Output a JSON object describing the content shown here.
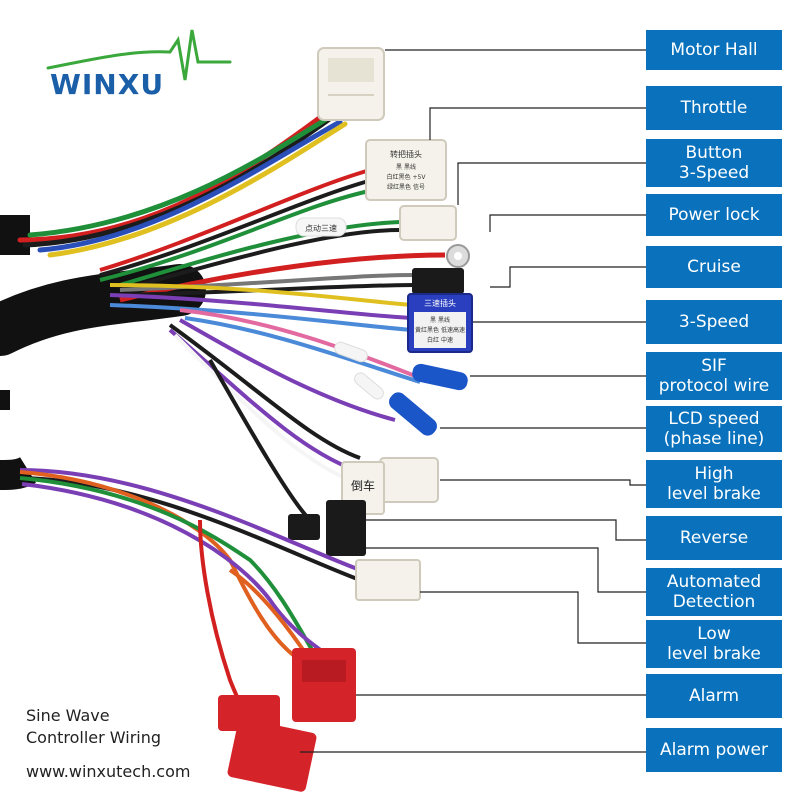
{
  "brand": {
    "name": "WINXU",
    "website": "www.winxutech.com",
    "colors": {
      "logo_blue": "#1a5fa8",
      "logo_green": "#3ba83b",
      "label_bg": "#0a72bd"
    }
  },
  "caption": {
    "line1": "Sine Wave",
    "line2": "Controller Wiring"
  },
  "labels": [
    {
      "id": "motor-hall",
      "text": "Motor Hall"
    },
    {
      "id": "throttle",
      "text": "Throttle"
    },
    {
      "id": "button-3-speed",
      "text": "Button\n3-Speed"
    },
    {
      "id": "power-lock",
      "text": "Power lock"
    },
    {
      "id": "cruise",
      "text": "Cruise"
    },
    {
      "id": "3-speed",
      "text": "3-Speed"
    },
    {
      "id": "sif-protocol-wire",
      "text": "SIF\nprotocol wire"
    },
    {
      "id": "lcd-speed",
      "text": "LCD speed\n(phase line)"
    },
    {
      "id": "high-level-brake",
      "text": "High\nlevel brake"
    },
    {
      "id": "reverse",
      "text": "Reverse"
    },
    {
      "id": "automated-detection",
      "text": "Automated\nDetection"
    },
    {
      "id": "low-level-brake",
      "text": "Low\nlevel brake"
    },
    {
      "id": "alarm",
      "text": "Alarm"
    },
    {
      "id": "alarm-power",
      "text": "Alarm power"
    }
  ],
  "connector_text": {
    "throttle_tag": "转把插头",
    "throttle_line1": "黑 黑线",
    "throttle_line2": "白红黑色 +5V",
    "throttle_line3": "绿红黑色 信号",
    "speed_tag": "三速插头",
    "speed_line1": "黑 黑线",
    "speed_line2": "黄红黑色 低速高速",
    "speed_line3": "白红 中速",
    "wire_tag_1": "点动三速",
    "wire_tag_2": "倒车"
  }
}
